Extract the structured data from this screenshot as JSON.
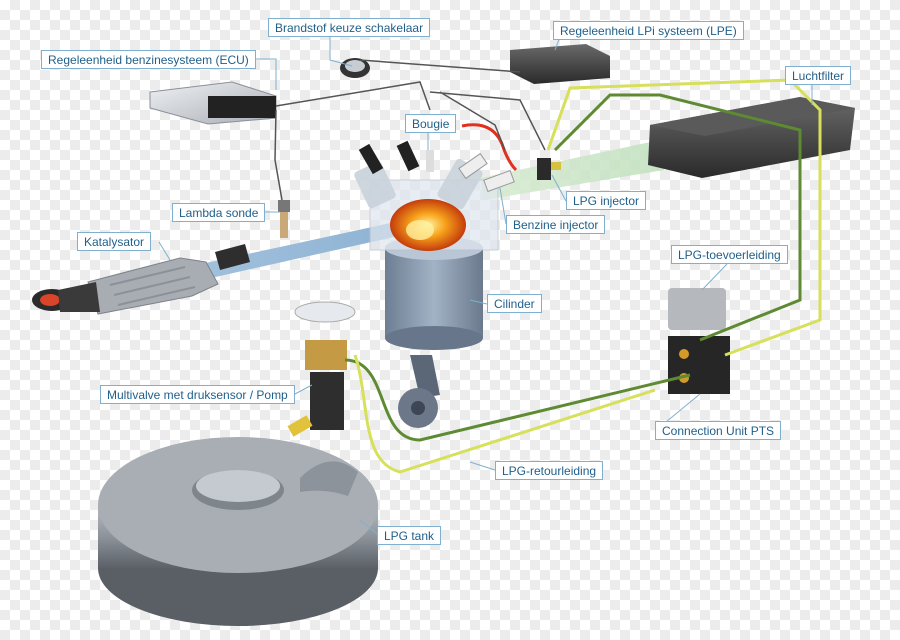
{
  "labels": {
    "ecu": "Regeleenheid benzinesysteem (ECU)",
    "switch": "Brandstof keuze schakelaar",
    "lpe": "Regeleenheid LPi systeem (LPE)",
    "air_filter": "Luchtfilter",
    "spark_plug": "Bougie",
    "lambda": "Lambda sonde",
    "catalyst": "Katalysator",
    "lpg_injector": "LPG injector",
    "petrol_injector": "Benzine injector",
    "feed_line": "LPG-toevoerleiding",
    "cylinder": "Cilinder",
    "multivalve": "Multivalve met druksensor / Pomp",
    "connection_unit": "Connection Unit PTS",
    "return_line": "LPG-retourleiding",
    "tank": "LPG tank"
  },
  "colors": {
    "label_text": "#1f5f8a",
    "label_border": "#7fb0cf",
    "feed_line": "#5e8a32",
    "return_line": "#d6e05a",
    "wire": "#555555",
    "flame": "#f07a1a",
    "pipe": "#9fc0dc"
  }
}
